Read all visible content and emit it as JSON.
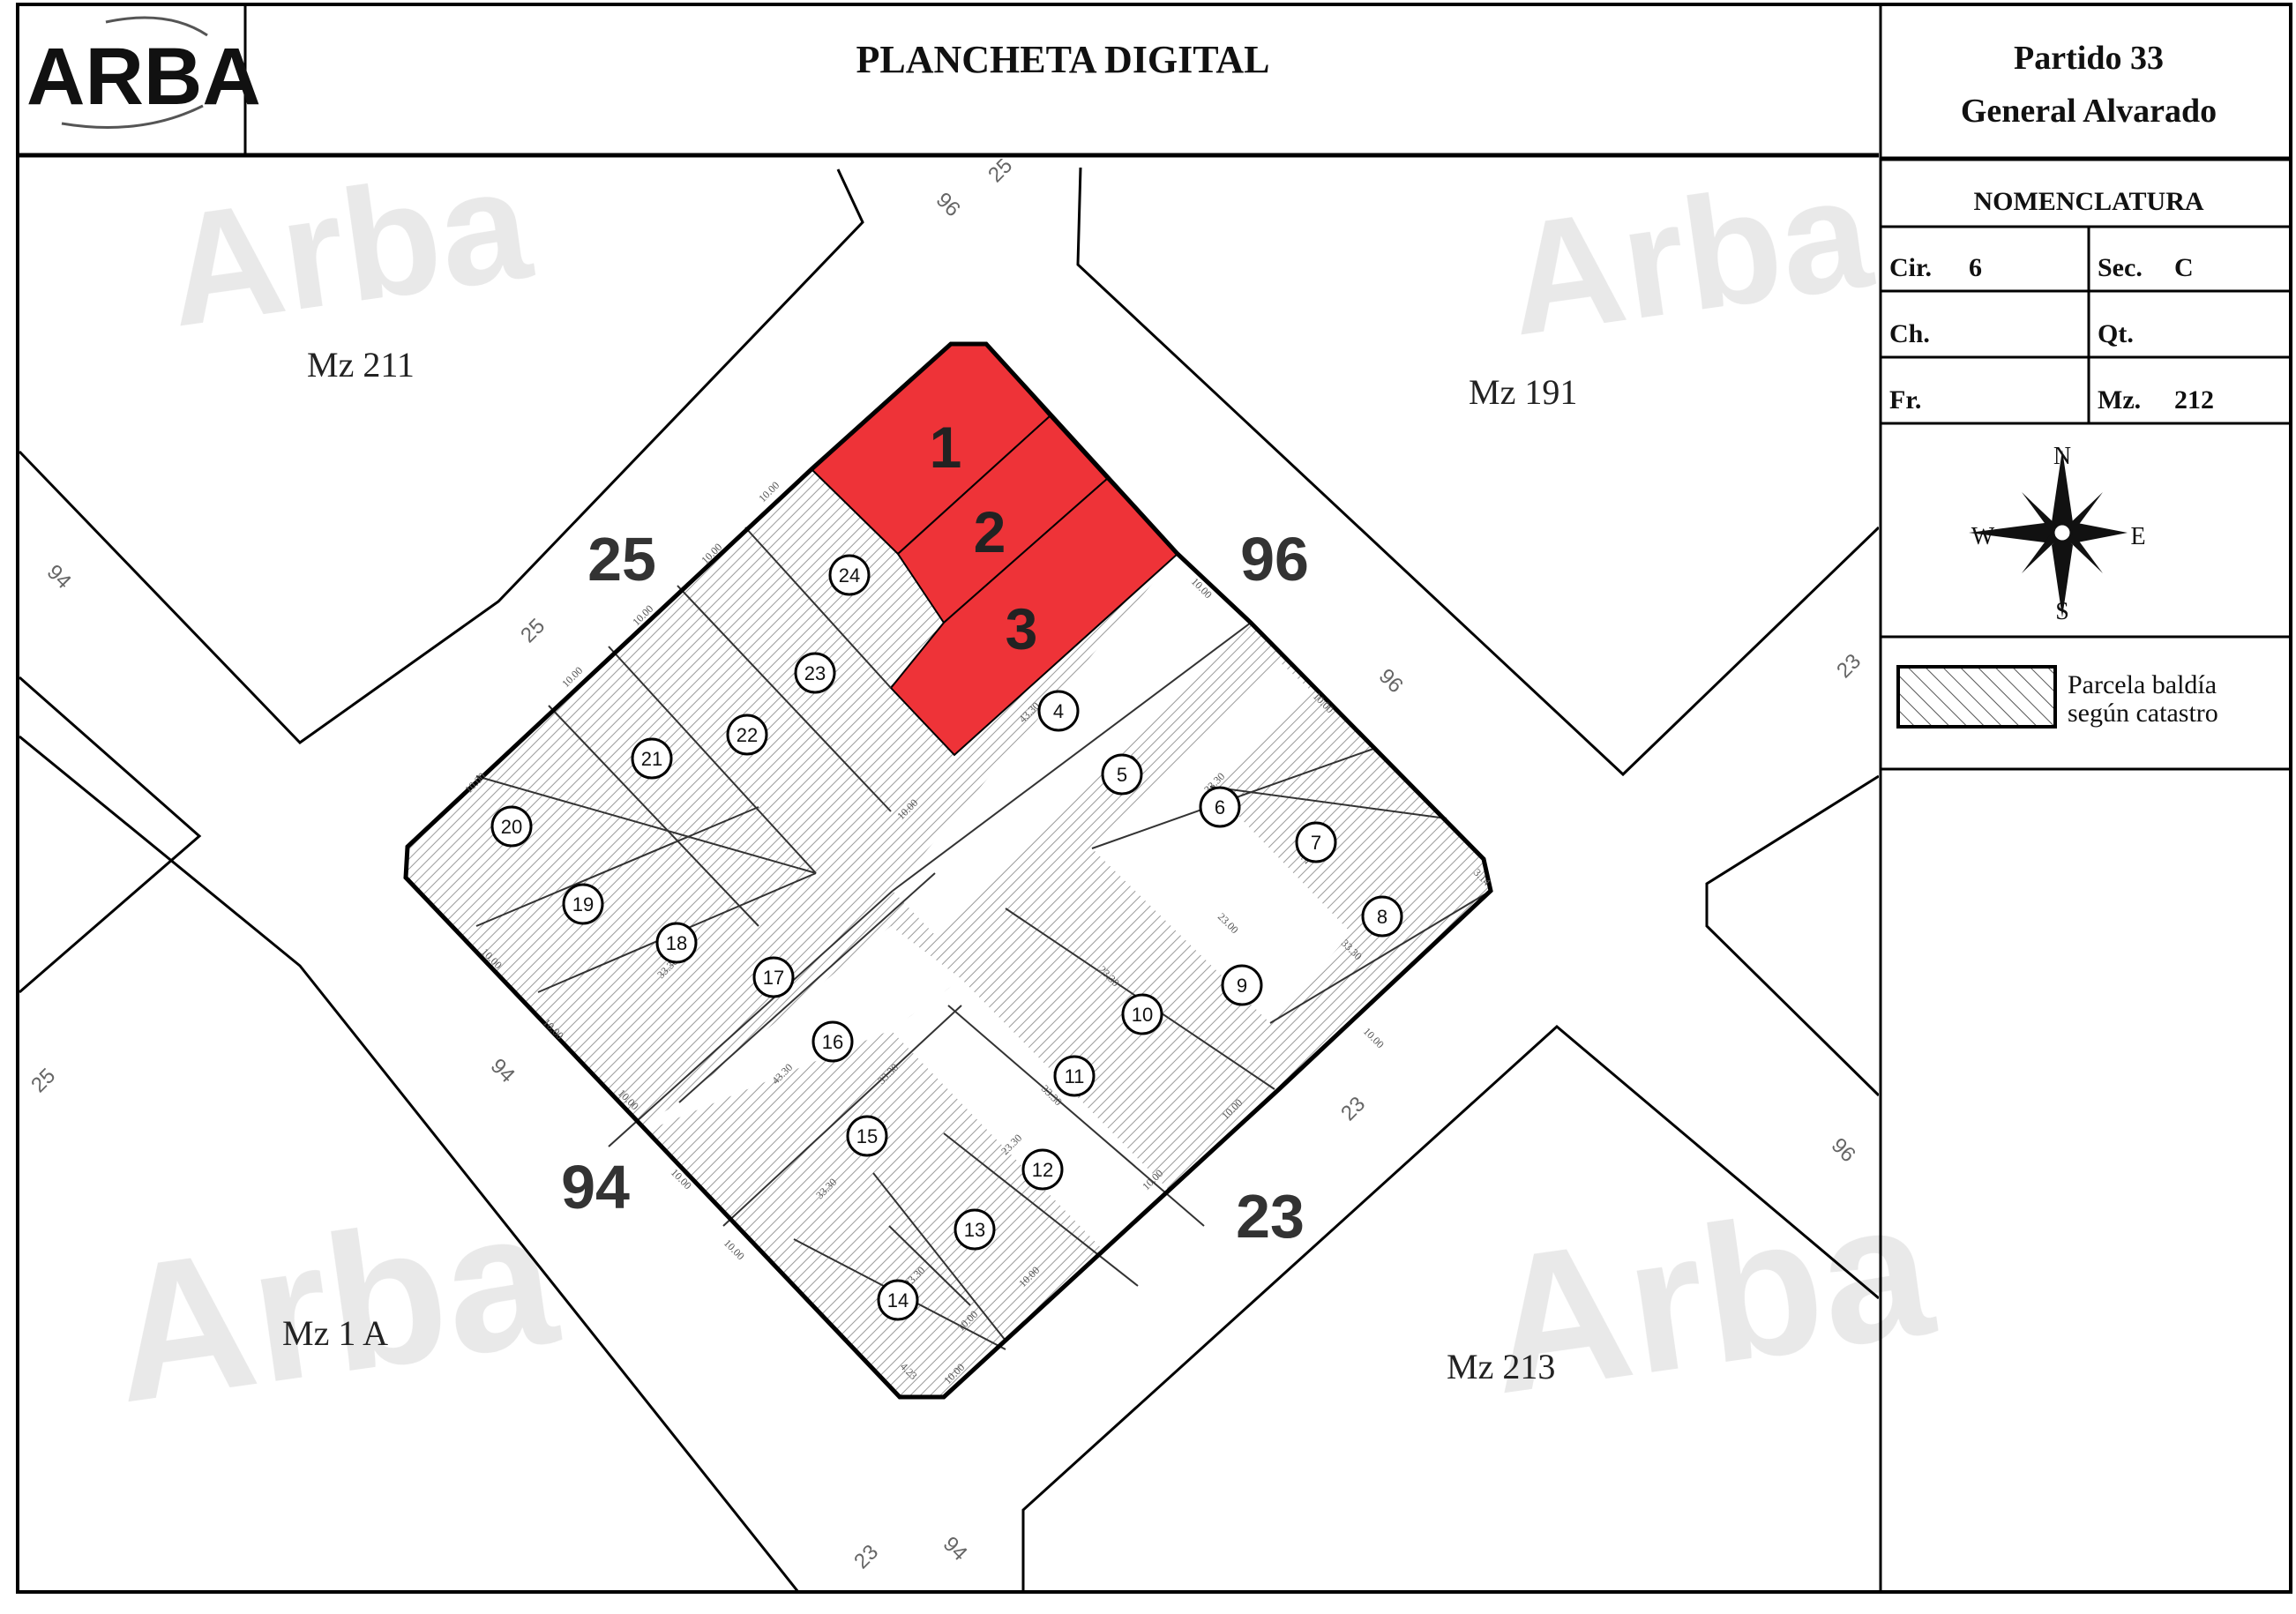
{
  "header": {
    "logo": "ARBA",
    "title": "PLANCHETA DIGITAL",
    "partido": "Partido 33",
    "municipio": "General Alvarado"
  },
  "nomenclatura": {
    "title": "NOMENCLATURA",
    "cir_label": "Cir.",
    "cir_value": "6",
    "sec_label": "Sec.",
    "sec_value": "C",
    "ch_label": "Ch.",
    "ch_value": "",
    "qt_label": "Qt.",
    "qt_value": "",
    "fr_label": "Fr.",
    "fr_value": "",
    "mz_label": "Mz.",
    "mz_value": "212"
  },
  "compass": {
    "n": "N",
    "s": "S",
    "e": "E",
    "w": "W"
  },
  "legend": {
    "line1": "Parcela baldía",
    "line2": "según catastro"
  },
  "watermark": "Arba",
  "blocks": {
    "mz_211": "Mz 211",
    "mz_191": "Mz 191",
    "mz_1a": "Mz 1 A",
    "mz_213": "Mz 213"
  },
  "streets_big": {
    "s25": "25",
    "s96": "96",
    "s94": "94",
    "s23": "23"
  },
  "streets_small": {
    "top_96": "96",
    "top_25": "25",
    "left_94": "94",
    "diag_25": "25",
    "right_96": "96",
    "right_23": "23",
    "left_25": "25",
    "diag_94": "94",
    "diag_23": "23",
    "right_96b": "96",
    "bottom_23": "23",
    "bottom_94": "94"
  },
  "parcels": {
    "highlighted": [
      "1",
      "2",
      "3"
    ],
    "numbered": [
      "4",
      "5",
      "6",
      "7",
      "8",
      "9",
      "10",
      "11",
      "12",
      "13",
      "14",
      "15",
      "16",
      "17",
      "18",
      "19",
      "20",
      "21",
      "22",
      "23",
      "24"
    ]
  },
  "colors": {
    "highlight": "#ee3338",
    "line": "#000000",
    "hatch": "#9a9a9a"
  }
}
